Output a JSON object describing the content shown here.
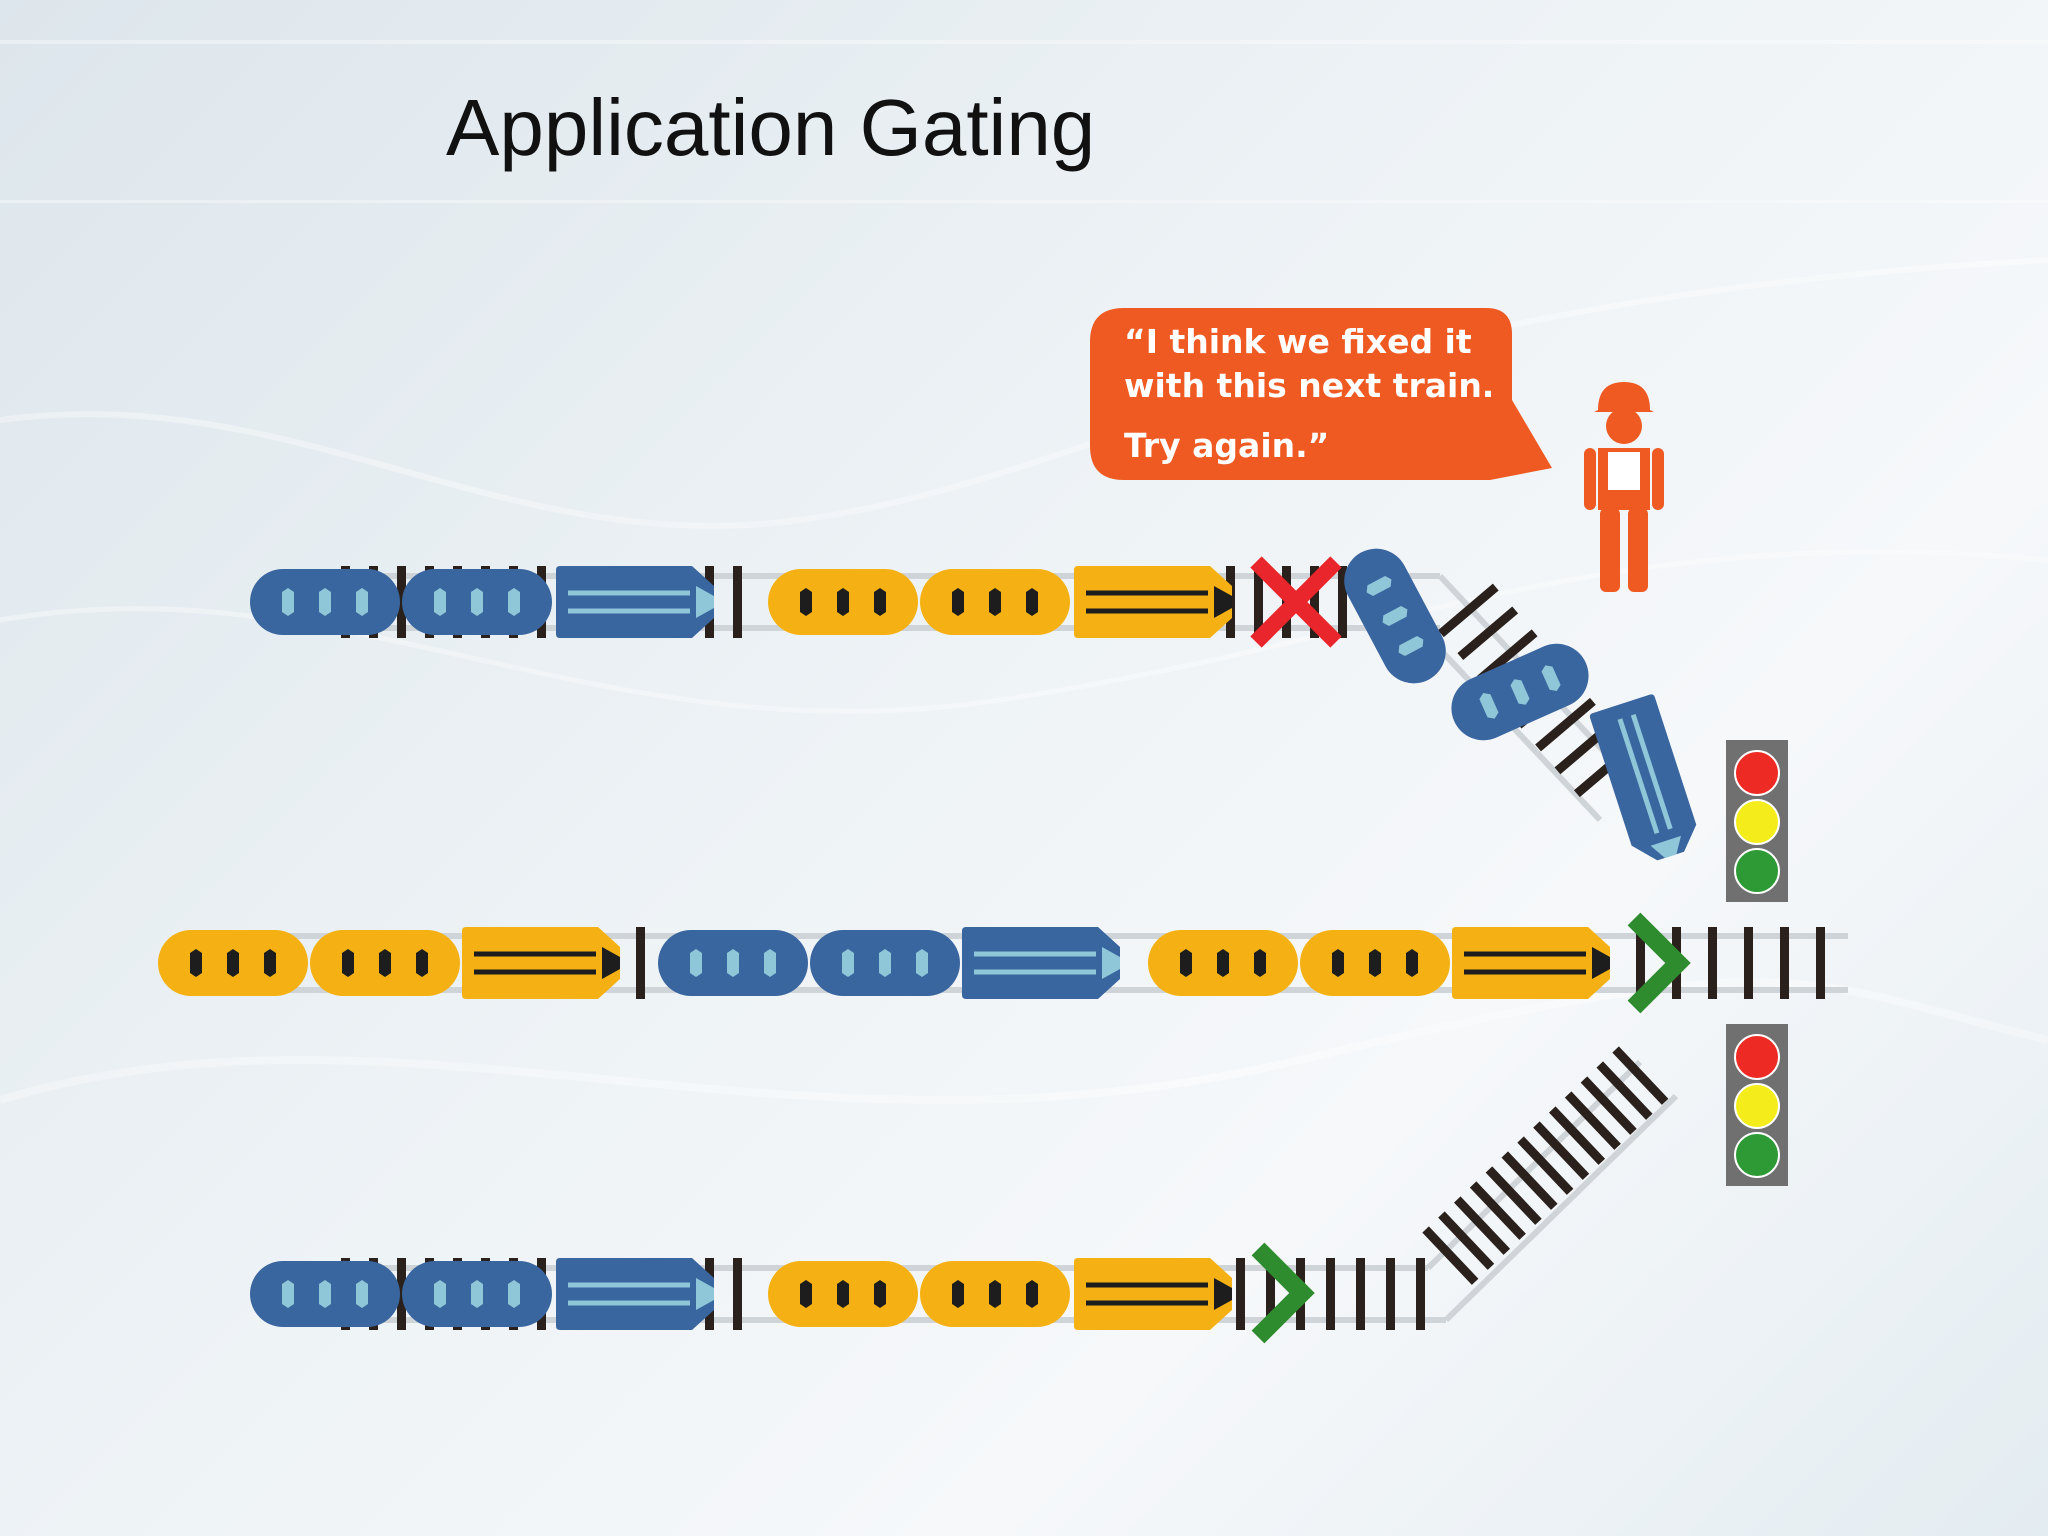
{
  "title": "Application Gating",
  "speech_bubble": {
    "lines": [
      "“I think we fixed it",
      "with this next train.",
      "Try again.”"
    ]
  },
  "colors": {
    "blue_car": "#3a66a0",
    "yellow_car": "#f5b114",
    "bubble": "#ef5a22",
    "worker": "#ef5a22",
    "fail_mark": "#e8262c",
    "pass_mark": "#2e8b2e",
    "light_red": "#ee2a24",
    "light_yellow": "#f4ec1b",
    "light_green": "#2d9a36",
    "signal_housing": "#707070",
    "rail": "#cfd4d8",
    "tie": "#2a201c"
  },
  "icons": {
    "fail": "red-x-icon",
    "pass": "green-chevron-icon",
    "worker": "construction-worker-icon",
    "signal": "traffic-light-icon"
  },
  "tracks": [
    {
      "name": "track-top",
      "status": "failed",
      "cars": [
        "blue",
        "blue",
        "blue-engine",
        "yellow",
        "yellow",
        "yellow-engine"
      ],
      "derailed_cars": [
        "blue",
        "blue",
        "blue-engine"
      ]
    },
    {
      "name": "track-middle",
      "status": "passed",
      "cars": [
        "yellow",
        "yellow",
        "yellow-engine",
        "blue",
        "blue",
        "blue-engine",
        "yellow",
        "yellow",
        "yellow-engine"
      ]
    },
    {
      "name": "track-bottom",
      "status": "passed",
      "cars": [
        "blue",
        "blue",
        "blue-engine",
        "yellow",
        "yellow",
        "yellow-engine"
      ]
    }
  ],
  "signals": [
    {
      "name": "signal-upper",
      "lights": [
        "red",
        "yellow",
        "green"
      ]
    },
    {
      "name": "signal-lower",
      "lights": [
        "red",
        "yellow",
        "green"
      ]
    }
  ]
}
